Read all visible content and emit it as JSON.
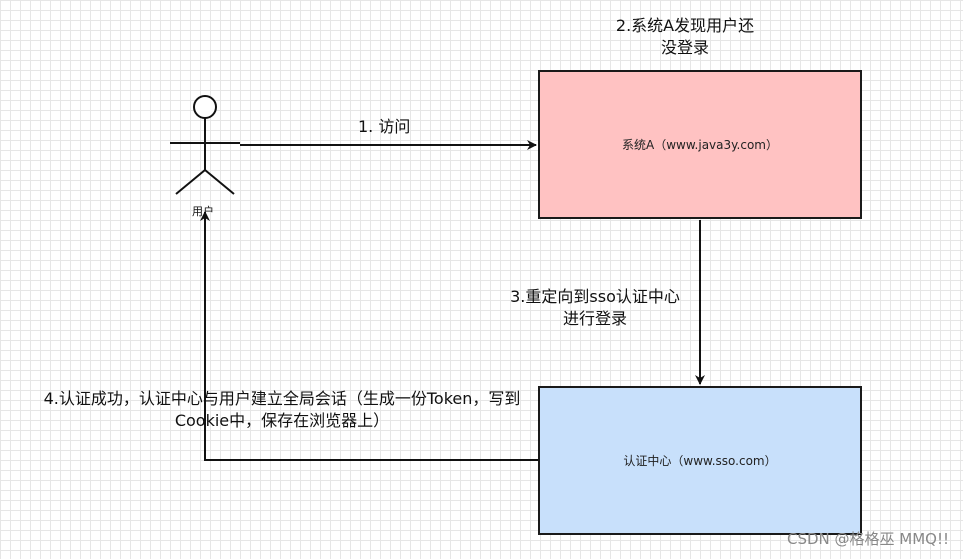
{
  "diagram": {
    "user": {
      "label": "用户"
    },
    "system_a": {
      "label": "系统A（www.java3y.com）",
      "fill": "#ffc2c2"
    },
    "sso_center": {
      "label": "认证中心（www.sso.com）",
      "fill": "#c8e0fb"
    },
    "steps": {
      "step1": "1.  访问",
      "step2": [
        "2.系统A发现用户还",
        "没登录"
      ],
      "step3": [
        "3.重定向到sso认证中心",
        "进行登录"
      ],
      "step4": [
        "4.认证成功，认证中心与用户建立全局会话（生成一份Token，写到",
        "Cookie中，保存在浏览器上）"
      ]
    }
  },
  "watermark": "CSDN @格格巫 MMQ!!"
}
